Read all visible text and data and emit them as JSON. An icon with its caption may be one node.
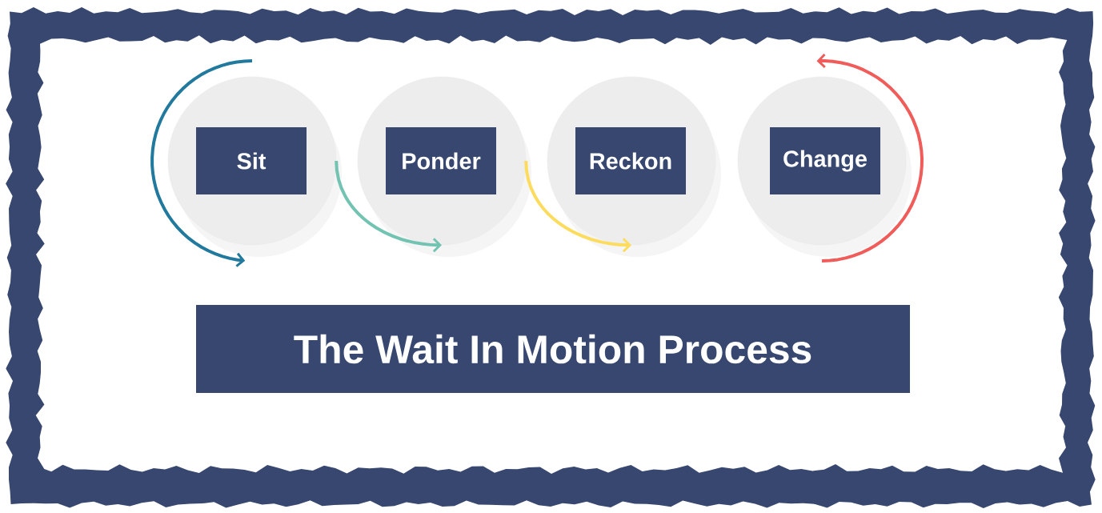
{
  "diagram": {
    "title": "The Wait In Motion Process",
    "nodes": [
      {
        "text": [],
        "shape": "circle"
      },
      {
        "text": [
          "Sit"
        ],
        "in": 0
      },
      {
        "text": [],
        "shape": "circle"
      },
      {
        "text": [
          "Ponder"
        ],
        "in": 2
      },
      {
        "text": [],
        "shape": "circle"
      },
      {
        "text": [
          "Reckon"
        ],
        "in": 4
      },
      {
        "text": [],
        "shape": "circle"
      },
      {
        "text": [
          "Change"
        ],
        "in": 6
      }
    ],
    "edges": [
      {
        "from": 0,
        "to": 2,
        "arrow": "to",
        "color": "#73c3b2"
      },
      {
        "from": 2,
        "to": 4,
        "arrow": "to",
        "color": "#fcdc5f"
      }
    ]
  }
}
